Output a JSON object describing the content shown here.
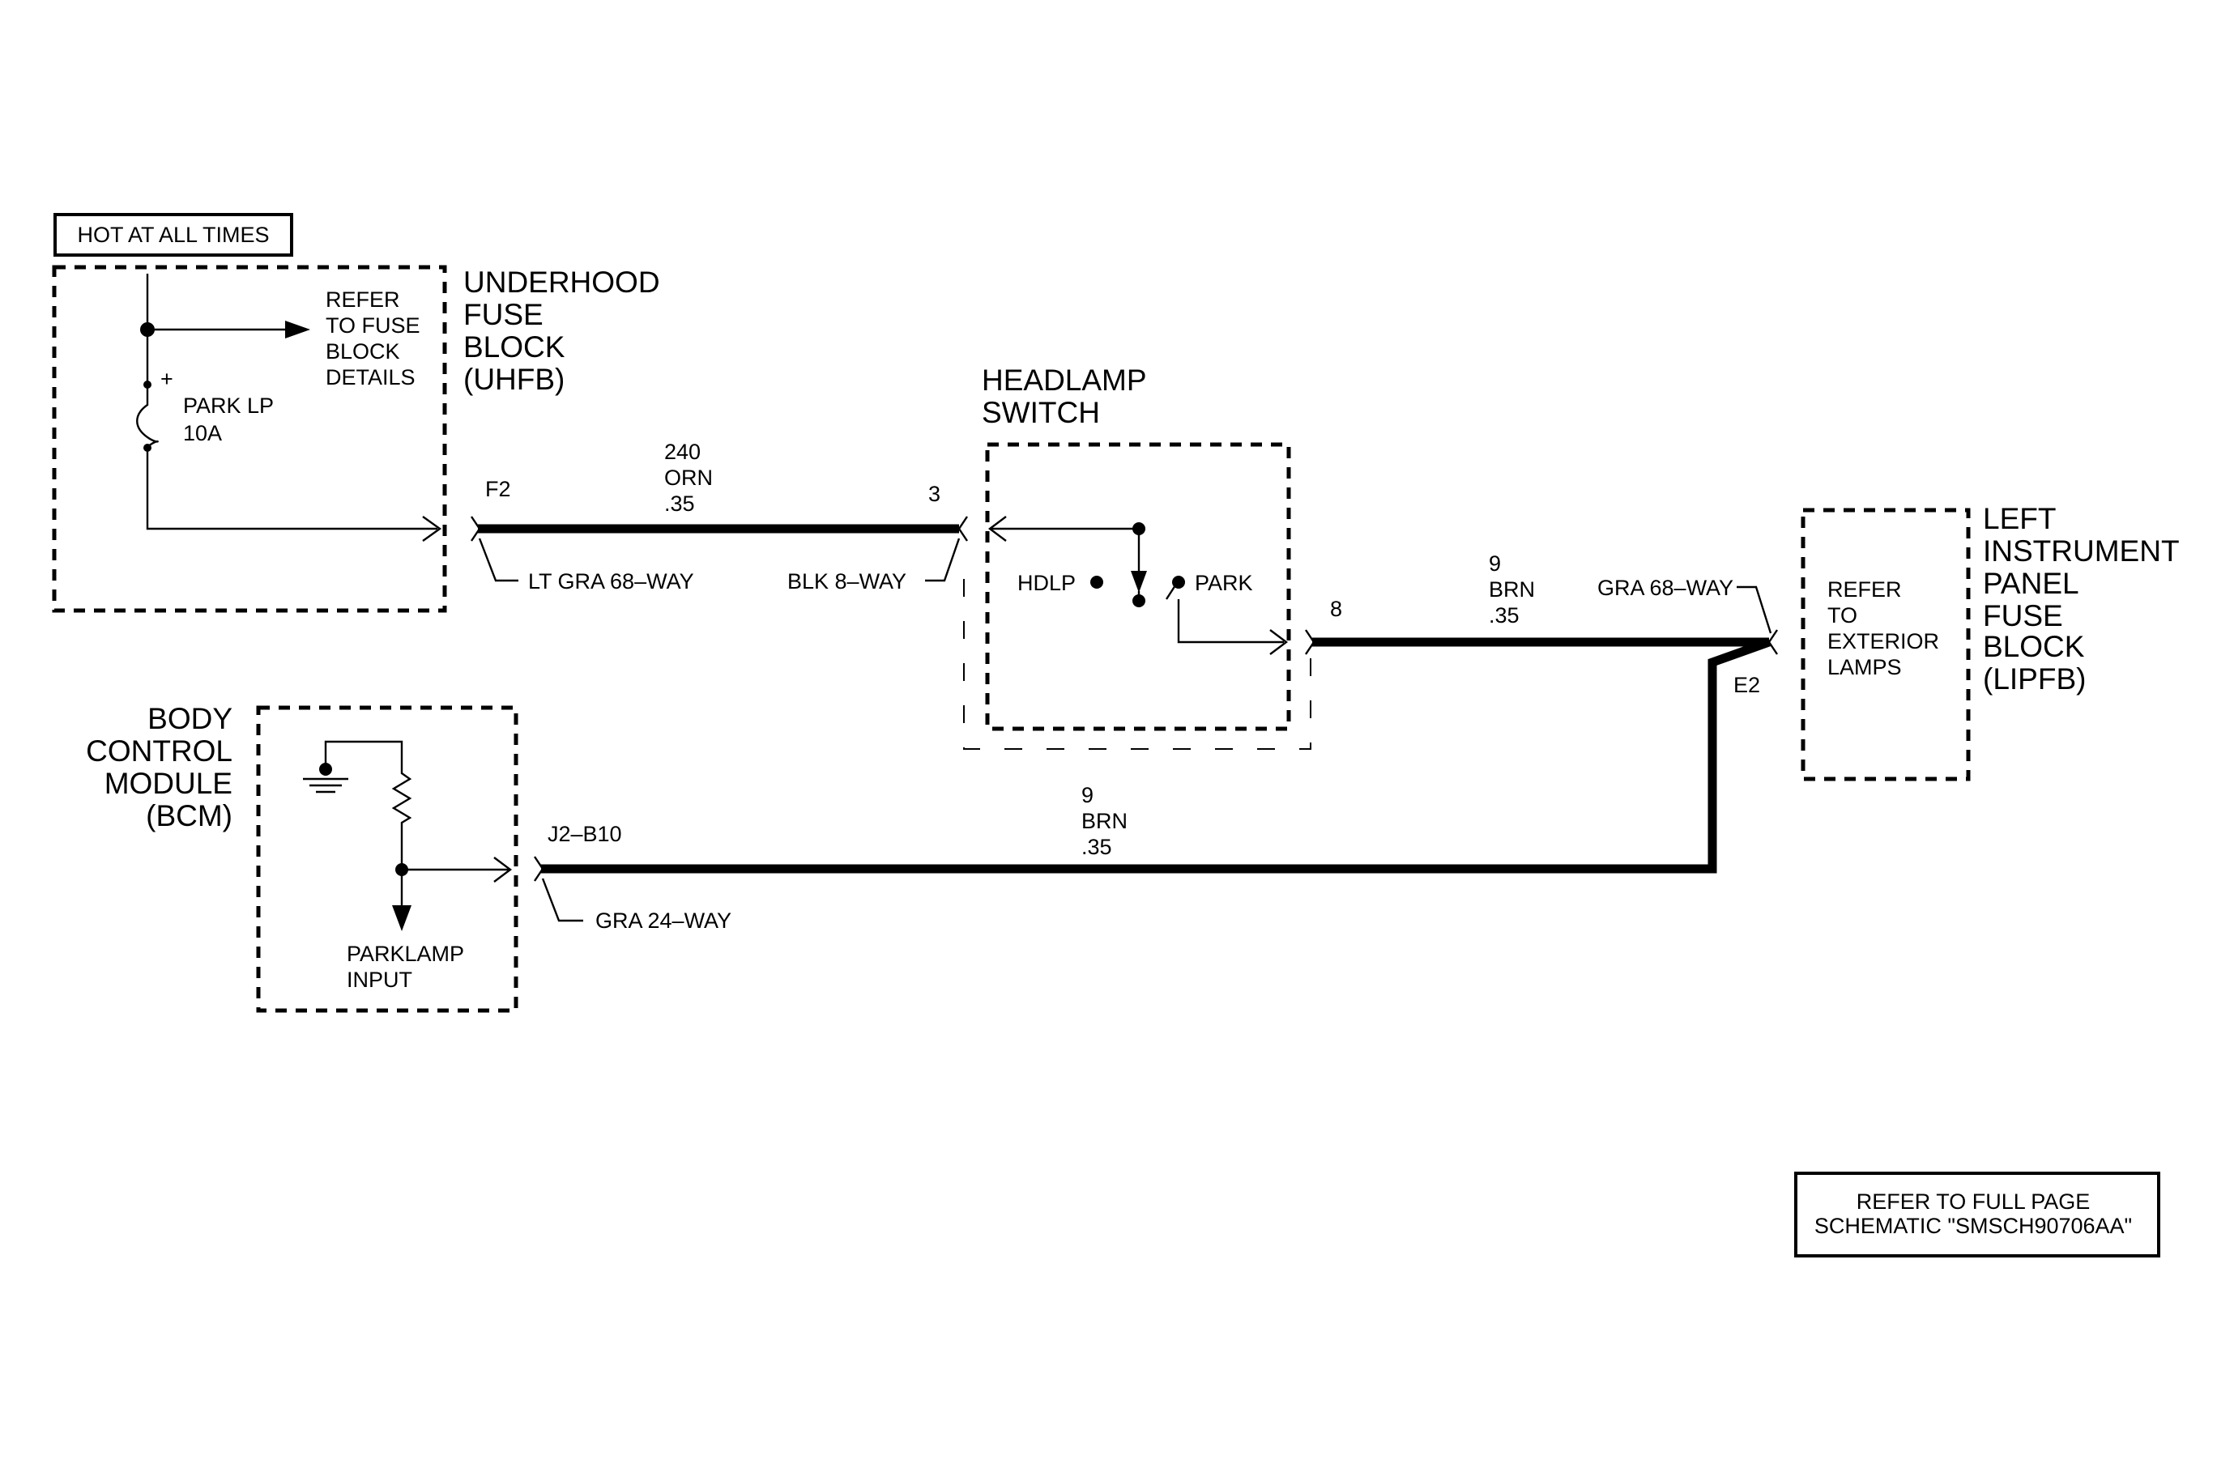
{
  "header": {
    "hot_at_all_times": "HOT AT ALL TIMES"
  },
  "uhfb": {
    "title_lines": [
      "UNDERHOOD",
      "FUSE",
      "BLOCK",
      "(UHFB)"
    ],
    "refer_lines": [
      "REFER",
      "TO FUSE",
      "BLOCK",
      "DETAILS"
    ],
    "fuse_plus": "+",
    "fuse_lines": [
      "PARK LP",
      "10A"
    ],
    "pin": "F2",
    "connector": "LT GRA 68–WAY"
  },
  "wire_240": {
    "lines": [
      "240",
      "ORN",
      ".35"
    ]
  },
  "headlamp_switch": {
    "title_lines": [
      "HEADLAMP",
      "SWITCH"
    ],
    "pin_in": "3",
    "connector": "BLK 8–WAY",
    "hdlp": "HDLP",
    "park": "PARK",
    "pin_out": "8"
  },
  "wire_9_top": {
    "lines": [
      "9",
      "BRN",
      ".35"
    ]
  },
  "lipfb": {
    "title_lines": [
      "LEFT",
      "INSTRUMENT",
      "PANEL",
      "FUSE",
      "BLOCK",
      "(LIPFB)"
    ],
    "refer_lines": [
      "REFER",
      "TO",
      "EXTERIOR",
      "LAMPS"
    ],
    "connector": "GRA 68–WAY",
    "pin": "E2"
  },
  "bcm": {
    "title_lines": [
      "BODY",
      "CONTROL",
      "MODULE",
      "(BCM)"
    ],
    "input_lines": [
      "PARKLAMP",
      "INPUT"
    ],
    "pin": "J2–B10",
    "connector": "GRA 24–WAY"
  },
  "wire_9_bottom": {
    "lines": [
      "9",
      "BRN",
      ".35"
    ]
  },
  "footer": {
    "refer_lines": [
      "REFER TO FULL PAGE",
      "SCHEMATIC \"SMSCH90706AA\""
    ]
  }
}
